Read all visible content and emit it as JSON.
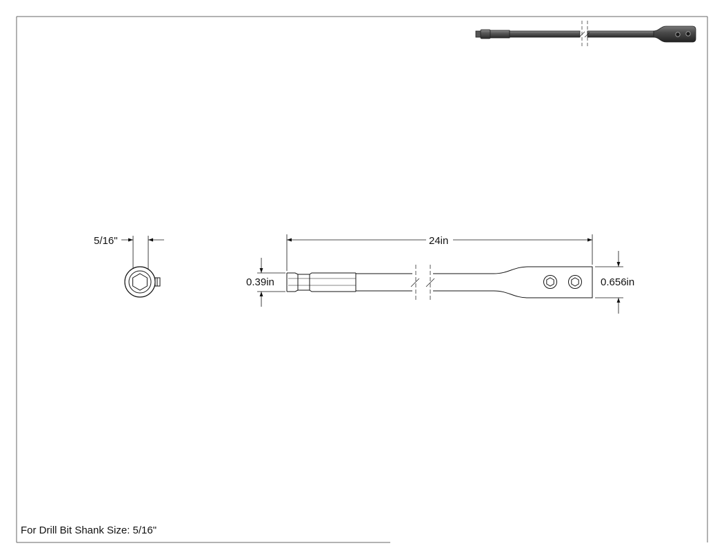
{
  "dimensions": {
    "shank_size": "5/16\"",
    "overall_length": "24in",
    "hex_width": "0.39in",
    "head_width": "0.656in"
  },
  "note": "For Drill Bit Shank Size: 5/16\"",
  "colors": {
    "line": "#111111",
    "border": "#555555",
    "render_body": "#3a3a3a",
    "render_highlight": "#9a9a9a"
  }
}
